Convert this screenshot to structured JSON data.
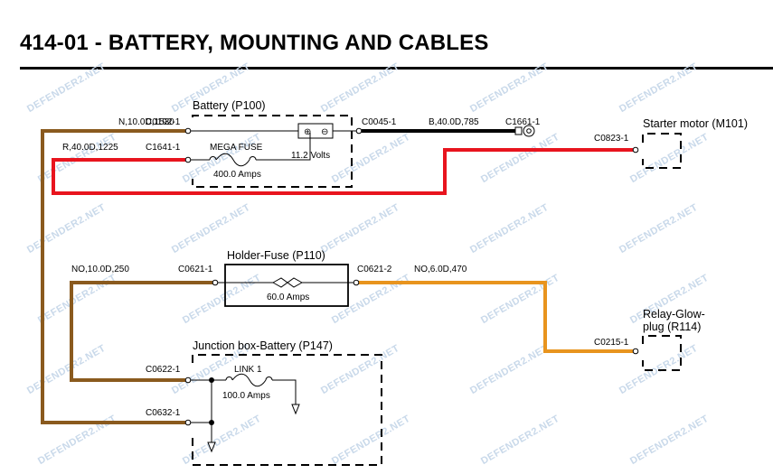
{
  "page": {
    "title": "414-01 - BATTERY, MOUNTING AND CABLES"
  },
  "watermark": {
    "text": "DEFENDER2.NET"
  },
  "colors": {
    "brown": "#8a5a1e",
    "red": "#e8141e",
    "orange": "#e8941e",
    "black": "#000000"
  },
  "battery": {
    "label": "Battery (P100)",
    "voltage": "11.2 Volts",
    "fuse_label": "MEGA FUSE",
    "fuse_rating": "400.0 Amps",
    "conn_left_top": "C0192-1",
    "conn_left_bottom": "C1641-1",
    "conn_right": "C0045-1"
  },
  "wires": {
    "w1": "N,10.0D,1530",
    "w2": "R,40.0D,1225",
    "w3": "B,40.0D,785",
    "w4": "NO,10.0D,250",
    "w5": "NO,6.0D,470"
  },
  "ground_conn": "C1661-1",
  "starter": {
    "label": "Starter motor (M101)",
    "conn": "C0823-1"
  },
  "holder_fuse": {
    "label": "Holder-Fuse (P110)",
    "rating": "60.0 Amps",
    "conn_left": "C0621-1",
    "conn_right": "C0621-2"
  },
  "relay": {
    "label_line1": "Relay-Glow-",
    "label_line2": "plug (R114)",
    "conn": "C0215-1"
  },
  "junction": {
    "label": "Junction box-Battery (P147)",
    "link_label": "LINK 1",
    "link_rating": "100.0 Amps",
    "conn_top": "C0622-1",
    "conn_bottom": "C0632-1"
  }
}
